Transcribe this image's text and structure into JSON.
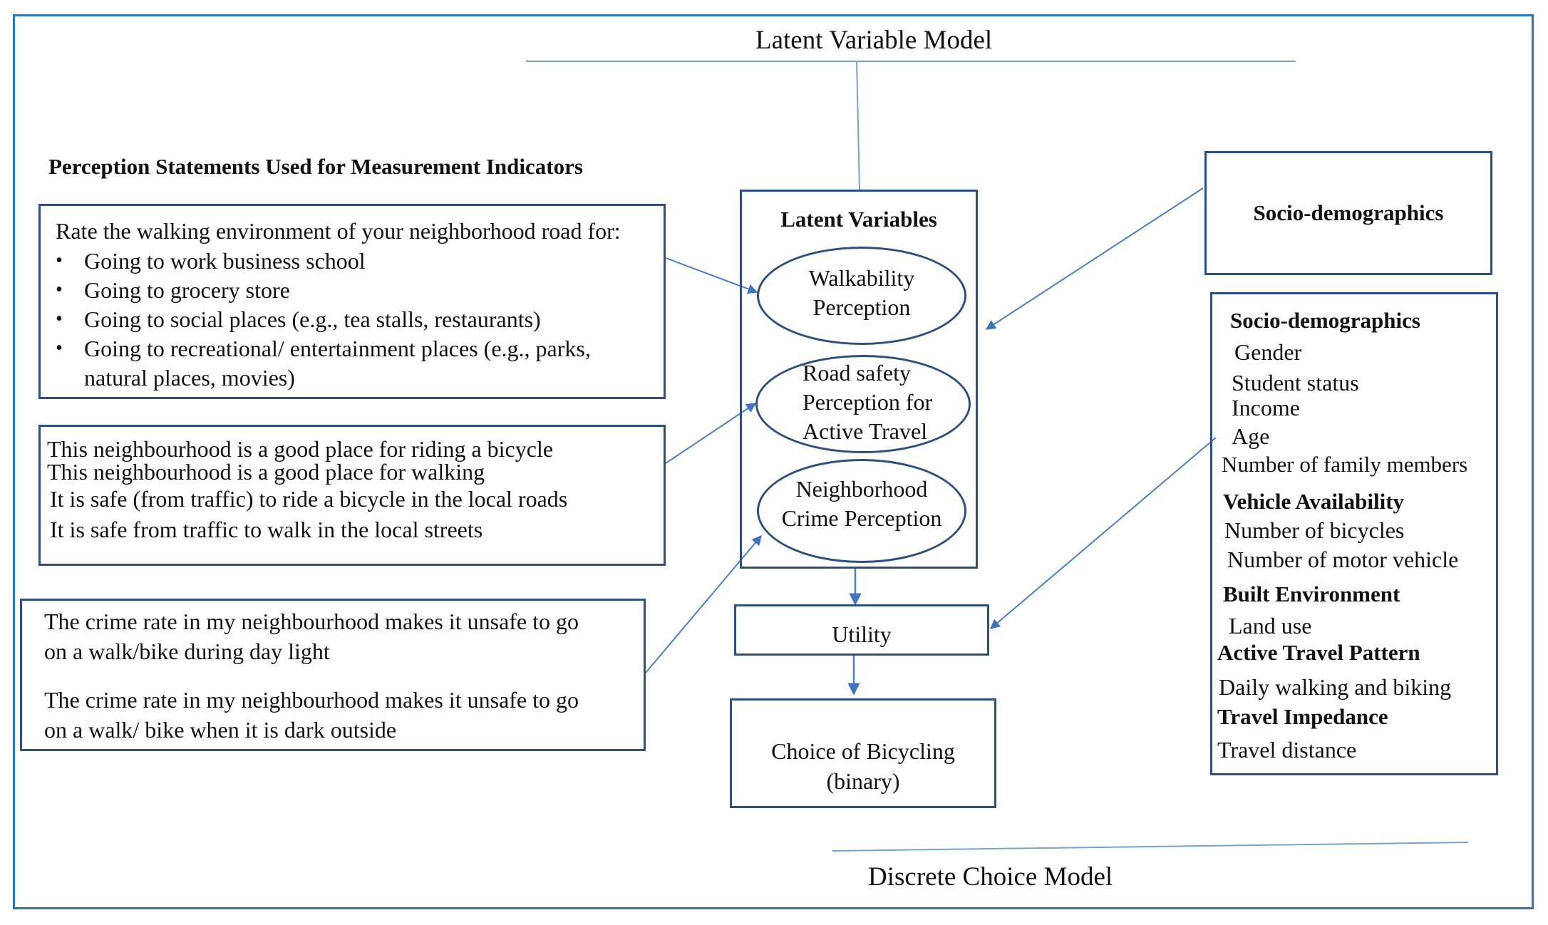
{
  "titles": {
    "top": "Latent Variable Model",
    "bottom": "Discrete Choice Model"
  },
  "perception": {
    "heading": "Perception Statements Used for Measurement Indicators",
    "walk_intro": "Rate the walking environment of your neighborhood road for:",
    "walk_items": [
      "Going to work business school",
      "Going to grocery store",
      "Going to social places (e.g., tea stalls, restaurants)",
      "Going to recreational/ entertainment places (e.g., parks,",
      "natural places, movies)"
    ],
    "safety_items": [
      "This neighbourhood is a good place for riding a bicycle",
      "This neighbourhood is a good place for walking",
      "It is safe (from traffic) to ride a bicycle in the local roads",
      "It is safe from traffic to walk in the local streets"
    ],
    "crime_items": [
      "The crime rate in my neighbourhood makes it unsafe to go",
      "on a walk/bike during day light",
      "The crime rate in my neighbourhood makes it unsafe to go",
      "on a walk/ bike when it is dark outside"
    ]
  },
  "latent": {
    "heading": "Latent Variables",
    "walkability": [
      "Walkability",
      "Perception"
    ],
    "road_safety": [
      "Road safety",
      "Perception for",
      "Active Travel"
    ],
    "crime": [
      "Neighborhood",
      "Crime Perception"
    ]
  },
  "utility": "Utility",
  "choice": [
    "Choice of Bicycling",
    "(binary)"
  ],
  "socio_top": "Socio-demographics",
  "variables": {
    "socio_heading": "Socio-demographics",
    "socio_items": [
      "Gender",
      "Student status",
      "Income",
      "Age",
      "Number of family members"
    ],
    "vehicle_heading": "Vehicle Availability",
    "vehicle_items": [
      "Number of bicycles",
      "Number of motor vehicle"
    ],
    "built_heading": "Built Environment",
    "built_items": [
      "Land use"
    ],
    "active_heading": "Active Travel Pattern",
    "active_items": [
      "Daily walking and biking"
    ],
    "impedance_heading": "Travel Impedance",
    "impedance_items": [
      "Travel distance"
    ]
  },
  "colors": {
    "frame": "#2e75b6",
    "arrow": "#4a7fc1",
    "box": "#2f4f7f"
  }
}
